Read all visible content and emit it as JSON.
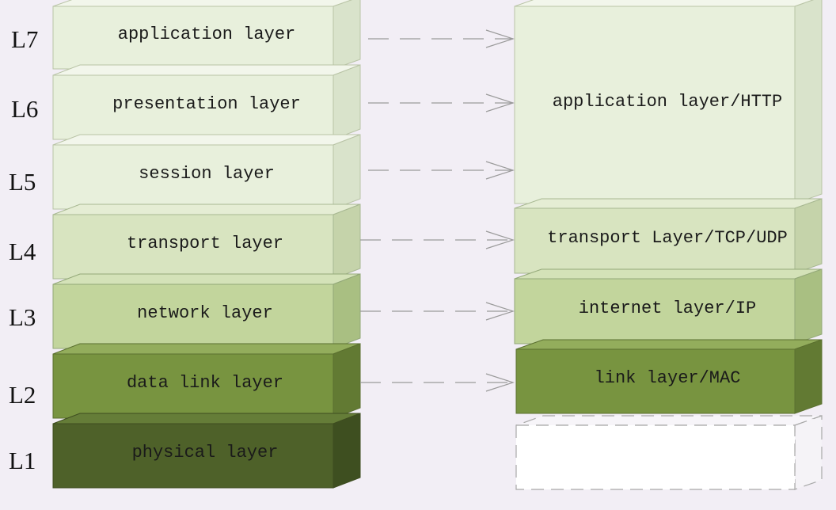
{
  "levels": [
    "L7",
    "L6",
    "L5",
    "L4",
    "L3",
    "L2",
    "L1"
  ],
  "osi_layers": [
    "application layer",
    "presentation layer",
    "session layer",
    "transport layer",
    "network layer",
    "data link layer",
    "physical layer"
  ],
  "tcpip_layers": [
    "application layer/HTTP",
    "transport Layer/TCP/UDP",
    "internet layer/IP",
    "link layer/MAC",
    ""
  ],
  "colors": {
    "background": "#f2eef5",
    "upper_layers": "#e8f0dc",
    "transport": "#d8e4c0",
    "network": "#c2d59c",
    "data_link": "#789440",
    "physical": "#4e6129",
    "empty_box": "#ffffff",
    "arrow": "#9a9a9a"
  }
}
